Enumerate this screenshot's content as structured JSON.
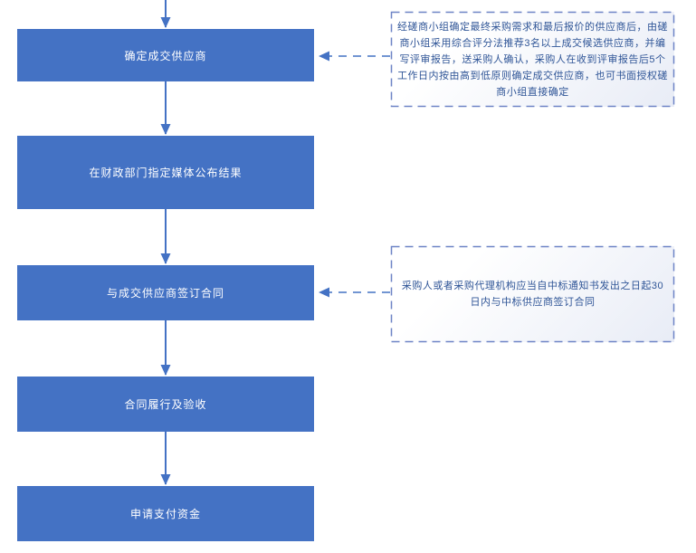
{
  "colors": {
    "box_fill": "#4472C4",
    "box_text": "#FFFFFF",
    "arrow": "#4472C4",
    "note_border": "#6E84C6",
    "note_text": "#2F5597",
    "note_bg_start": "#FFFFFF",
    "note_bg_end": "#E8ECF6"
  },
  "flow": {
    "steps": [
      {
        "label": "确定成交供应商"
      },
      {
        "label": "在财政部门指定媒体公布结果"
      },
      {
        "label": "与成交供应商签订合同"
      },
      {
        "label": "合同履行及验收"
      },
      {
        "label": "申请支付资金"
      }
    ],
    "order": "top-to-bottom"
  },
  "notes": [
    {
      "text": "经磋商小组确定最终采购需求和最后报价的供应商后，由磋商小组采用综合评分法推荐3名以上成交候选供应商，并编写评审报告，送采购人确认，采购人在收到评审报告后5个工作日内按由高到低原则确定成交供应商，也可书面授权磋商小组直接确定",
      "points_to_step": "确定成交供应商"
    },
    {
      "text": "采购人或者采购代理机构应当自中标通知书发出之日起30日内与中标供应商签订合同",
      "points_to_step": "与成交供应商签订合同"
    }
  ]
}
